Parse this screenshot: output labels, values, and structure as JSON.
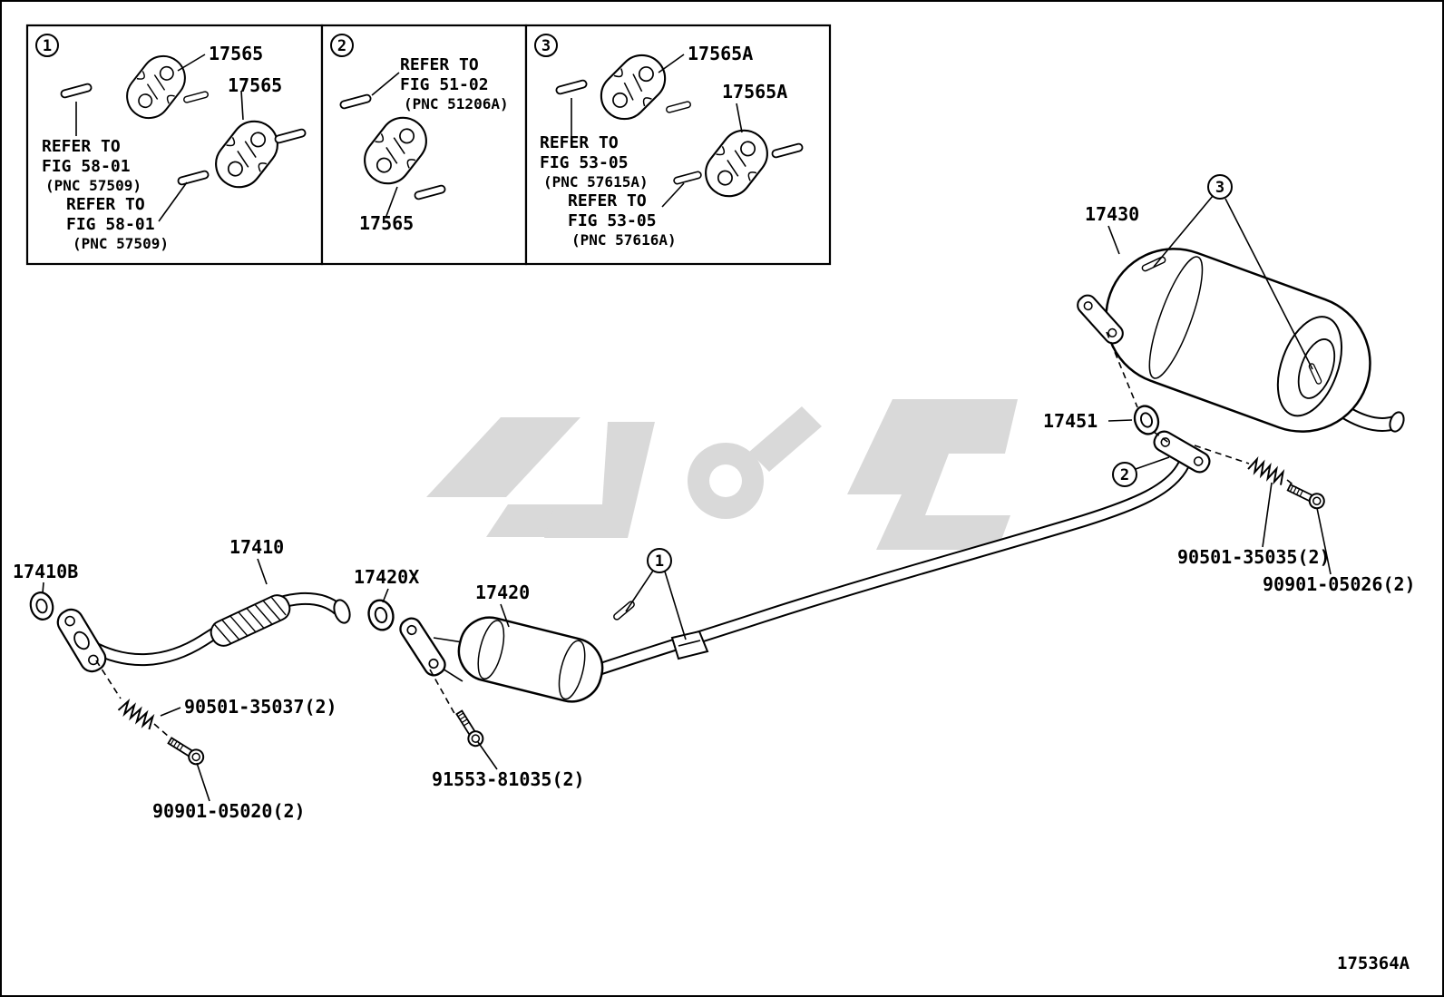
{
  "insets": {
    "box1": {
      "badge": "1",
      "part_a": "17565",
      "part_b": "17565",
      "ref_a": [
        "REFER TO",
        "FIG 58-01",
        "(PNC 57509)"
      ],
      "ref_b": [
        "REFER TO",
        "FIG 58-01",
        "(PNC 57509)"
      ]
    },
    "box2": {
      "badge": "2",
      "part": "17565",
      "ref": [
        "REFER TO",
        "FIG 51-02",
        "(PNC 51206A)"
      ]
    },
    "box3": {
      "badge": "3",
      "part_a": "17565A",
      "part_b": "17565A",
      "ref_a": [
        "REFER TO",
        "FIG 53-05",
        "(PNC 57615A)"
      ],
      "ref_b": [
        "REFER TO",
        "FIG 53-05",
        "(PNC 57616A)"
      ]
    }
  },
  "badges": {
    "one": "1",
    "two": "2",
    "three": "3"
  },
  "callouts": {
    "muffler": "17430",
    "gasket_muffler": "17451",
    "front_pipe": "17410",
    "gasket_front_pipe": "17410B",
    "gasket_converter": "17420X",
    "converter_pipe": "17420",
    "spring_rear": "90501-35035(2)",
    "bolt_rear": "90901-05026(2)",
    "spring_front": "90501-35037(2)",
    "bolt_front": "90901-05020(2)",
    "bolt_converter": "91553-81035(2)"
  },
  "footer": {
    "figure_code": "175364A"
  },
  "colors": {
    "line": "#000000",
    "watermark": "#d9d9d9",
    "background": "#ffffff"
  }
}
